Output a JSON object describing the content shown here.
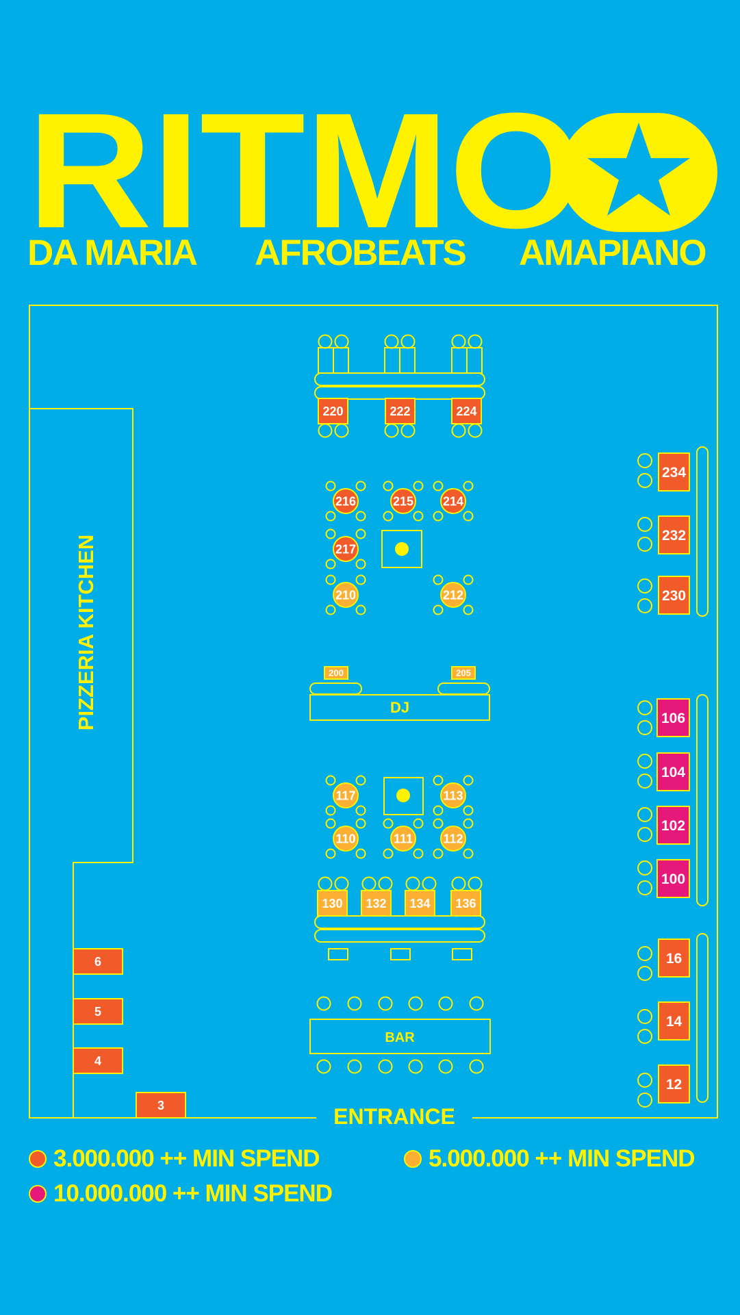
{
  "header": {
    "title": "RITMO",
    "subtitles": [
      "DA MARIA",
      "AFROBEATS",
      "AMAPIANO"
    ]
  },
  "colors": {
    "background": "#00ADE6",
    "line": "#FFF200",
    "tier_3m": "#F15A29",
    "tier_5m": "#FBB034",
    "tier_10m": "#E6197A"
  },
  "labels": {
    "kitchen": "PIZZERIA KITCHEN",
    "dj": "DJ",
    "bar": "BAR",
    "entrance": "ENTRANCE"
  },
  "tables": [
    {
      "id": "220",
      "tier": "3m"
    },
    {
      "id": "222",
      "tier": "3m"
    },
    {
      "id": "224",
      "tier": "3m"
    },
    {
      "id": "216",
      "tier": "3m"
    },
    {
      "id": "215",
      "tier": "3m"
    },
    {
      "id": "214",
      "tier": "3m"
    },
    {
      "id": "217",
      "tier": "3m"
    },
    {
      "id": "210",
      "tier": "5m"
    },
    {
      "id": "212",
      "tier": "5m"
    },
    {
      "id": "200",
      "tier": "5m"
    },
    {
      "id": "205",
      "tier": "5m"
    },
    {
      "id": "117",
      "tier": "5m"
    },
    {
      "id": "113",
      "tier": "5m"
    },
    {
      "id": "110",
      "tier": "5m"
    },
    {
      "id": "111",
      "tier": "5m"
    },
    {
      "id": "112",
      "tier": "5m"
    },
    {
      "id": "130",
      "tier": "5m"
    },
    {
      "id": "132",
      "tier": "5m"
    },
    {
      "id": "134",
      "tier": "5m"
    },
    {
      "id": "136",
      "tier": "5m"
    },
    {
      "id": "234",
      "tier": "3m"
    },
    {
      "id": "232",
      "tier": "3m"
    },
    {
      "id": "230",
      "tier": "3m"
    },
    {
      "id": "106",
      "tier": "10m"
    },
    {
      "id": "104",
      "tier": "10m"
    },
    {
      "id": "102",
      "tier": "10m"
    },
    {
      "id": "100",
      "tier": "10m"
    },
    {
      "id": "16",
      "tier": "3m"
    },
    {
      "id": "14",
      "tier": "3m"
    },
    {
      "id": "12",
      "tier": "3m"
    },
    {
      "id": "6",
      "tier": "3m"
    },
    {
      "id": "5",
      "tier": "3m"
    },
    {
      "id": "4",
      "tier": "3m"
    },
    {
      "id": "3",
      "tier": "3m"
    }
  ],
  "legend": [
    {
      "tier": "3m",
      "text": "3.000.000 ++ MIN SPEND"
    },
    {
      "tier": "5m",
      "text": "5.000.000 ++ MIN SPEND"
    },
    {
      "tier": "10m",
      "text": "10.000.000 ++ MIN SPEND"
    }
  ]
}
